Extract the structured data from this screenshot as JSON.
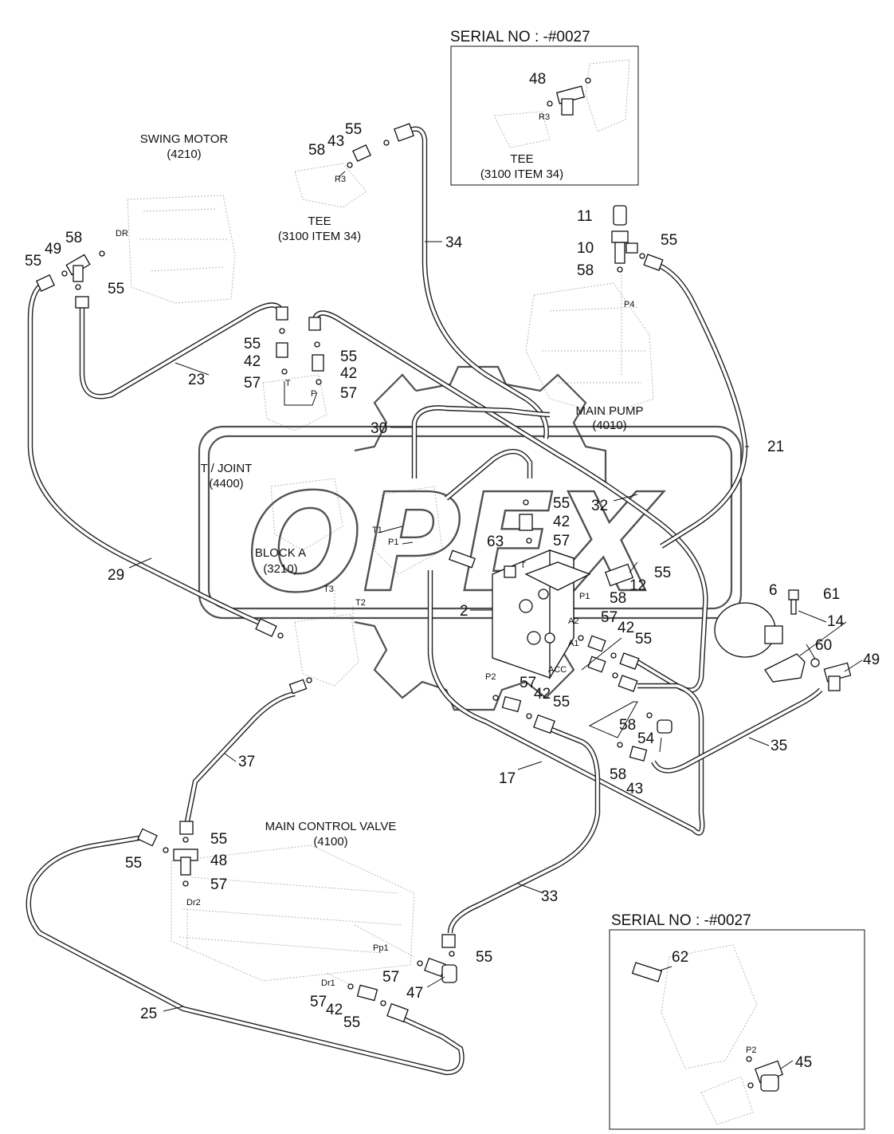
{
  "watermark": "OPEX",
  "serial_boxes": [
    {
      "title": "SERIAL NO : -#0027",
      "part": "48",
      "port": "R3",
      "caption": "TEE",
      "caption_ref": "(3100 ITEM 34)"
    },
    {
      "title": "SERIAL NO : -#0027",
      "parts": [
        "62",
        "45"
      ],
      "port": "P2"
    }
  ],
  "component_labels": {
    "swing_motor": {
      "name": "SWING MOTOR",
      "ref": "(4210)"
    },
    "tee": {
      "name": "TEE",
      "ref": "(3100 ITEM 34)"
    },
    "main_pump": {
      "name": "MAIN PUMP",
      "ref": "(4010)"
    },
    "t_joint": {
      "name": "T / JOINT",
      "ref": "(4400)"
    },
    "block_a": {
      "name": "BLOCK A",
      "ref": "(3210)"
    },
    "main_control_valve": {
      "name": "MAIN CONTROL VALVE",
      "ref": "(4100)"
    }
  },
  "port_labels": [
    "DR",
    "R3",
    "T",
    "P",
    "P4",
    "T1",
    "P1",
    "T3",
    "T2",
    "T",
    "P1",
    "A2",
    "A1",
    "ACC",
    "P2",
    "Dr2",
    "Pp1",
    "Dr1"
  ],
  "callouts": [
    "55",
    "43",
    "58",
    "49",
    "58",
    "55",
    "55",
    "55",
    "42",
    "57",
    "55",
    "42",
    "57",
    "23",
    "34",
    "11",
    "10",
    "55",
    "58",
    "30",
    "21",
    "32",
    "55",
    "42",
    "57",
    "63",
    "55",
    "12",
    "58",
    "2",
    "57",
    "42",
    "55",
    "6",
    "61",
    "14",
    "60",
    "49",
    "57",
    "42",
    "55",
    "58",
    "54",
    "58",
    "43",
    "35",
    "29",
    "37",
    "17",
    "55",
    "48",
    "55",
    "57",
    "33",
    "55",
    "57",
    "47",
    "57",
    "42",
    "55",
    "25"
  ]
}
